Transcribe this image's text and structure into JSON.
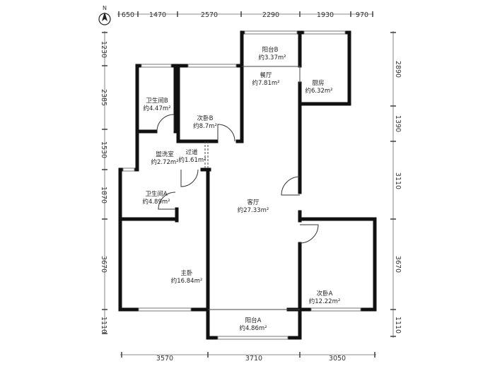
{
  "compass": {
    "label": "N"
  },
  "dimensions": {
    "top": [
      "650",
      "1470",
      "2570",
      "2290",
      "1930",
      "970"
    ],
    "bottom": [
      "3570",
      "3710",
      "3050"
    ],
    "left": [
      "1230",
      "2385",
      "1530",
      "1870",
      "3670",
      "1110"
    ],
    "right": [
      "2890",
      "1390",
      "3110",
      "3670",
      "1110"
    ]
  },
  "rooms": {
    "balcony_b": {
      "name": "阳台B",
      "area": "约3.37m²"
    },
    "dining": {
      "name": "餐厅",
      "area": "约7.81m²"
    },
    "kitchen": {
      "name": "厨房",
      "area": "约6.32m²"
    },
    "bathroom_b": {
      "name": "卫生间B",
      "area": "约4.47m²"
    },
    "bedroom2_b": {
      "name": "次卧B",
      "area": "约8.7m²"
    },
    "laundry": {
      "name": "盥洗室",
      "area": "约2.72m²"
    },
    "corridor": {
      "name": "过道",
      "area": "约1.61m²"
    },
    "bathroom_a": {
      "name": "卫生间A",
      "area": "约4.89m²"
    },
    "living": {
      "name": "客厅",
      "area": "约27.33m²"
    },
    "master": {
      "name": "主卧",
      "area": "约16.84m²"
    },
    "bedroom2_a": {
      "name": "次卧A",
      "area": "约12.22m²"
    },
    "balcony_a": {
      "name": "阳台A",
      "area": "约4.86m²"
    }
  }
}
